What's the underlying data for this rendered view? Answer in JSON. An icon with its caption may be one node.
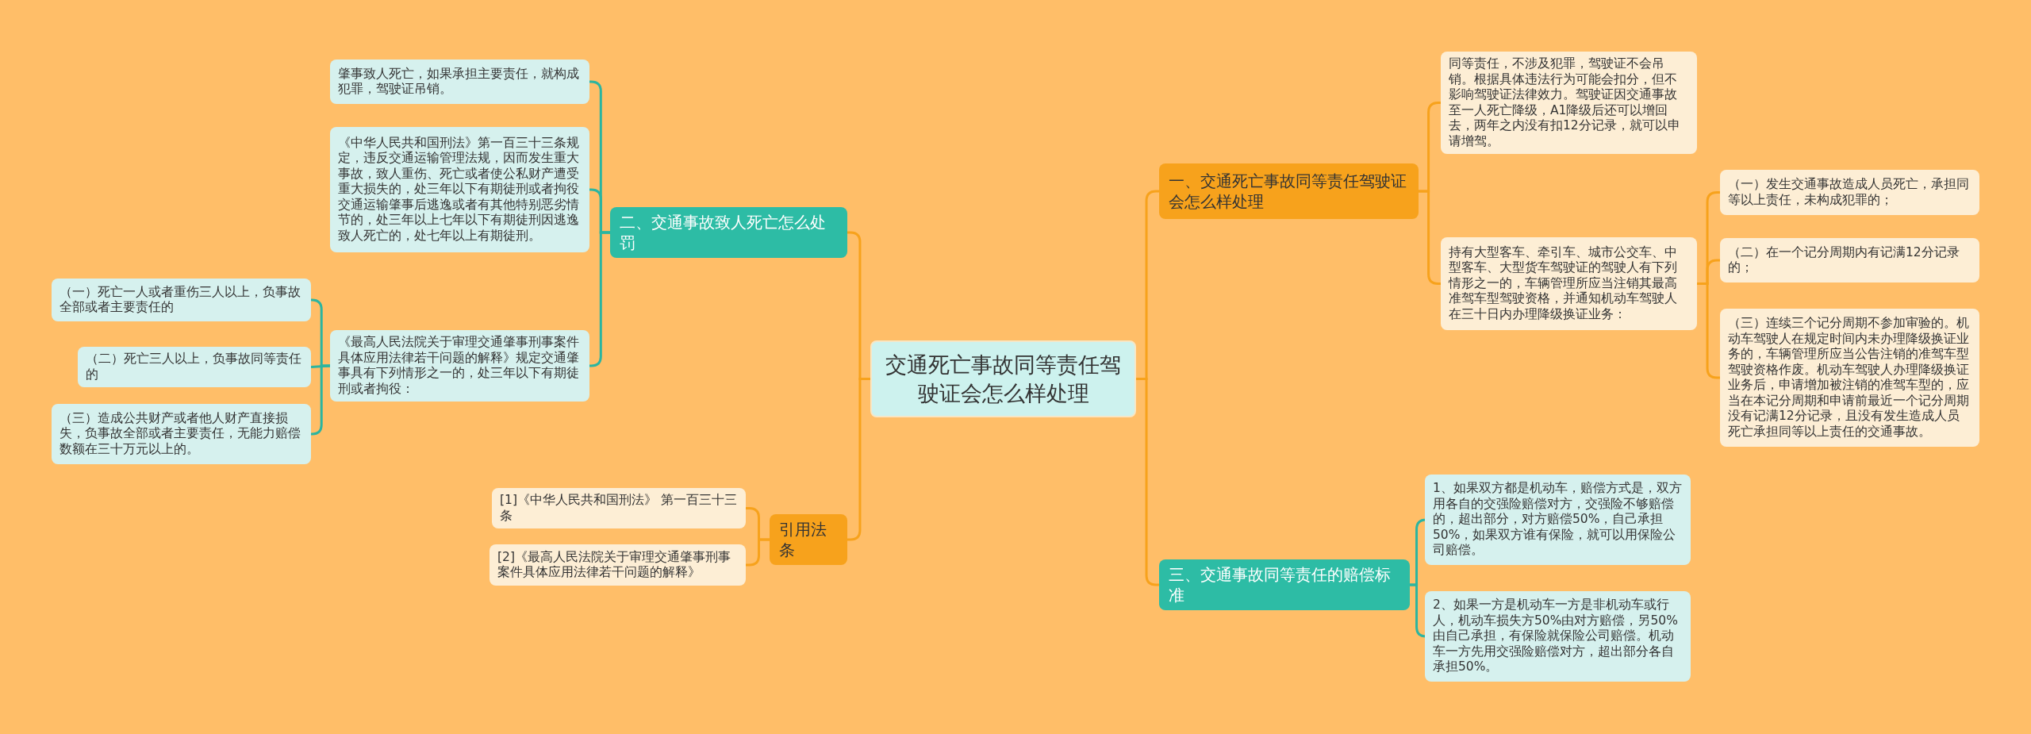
{
  "diagram": {
    "nodes": [
      {
        "text": [
          "交通死亡事故同等责任驾驶证会怎么样处理"
        ]
      },
      {
        "text": [
          "一、交通死亡事故同等责任驾驶证会怎么样处理"
        ]
      },
      {
        "text": [
          "同等责任，不涉及犯罪，驾驶证不会吊销。根据具体违法行为可能会扣分，但不影响驾驶证法律效力。驾驶证因交通事故至一人死亡降级，A1降级后还可以增回去，两年之内没有扣12分记录，就可以申请增驾。"
        ]
      },
      {
        "text": [
          "持有大型客车、牵引车、城市公交车、中型客车、大型货车驾驶证的驾驶人有下列情形之一的，车辆管理所应当注销其最高准驾车型驾驶资格，并通知机动车驾驶人在三十日内办理降级换证业务："
        ]
      },
      {
        "text": [
          "（一）发生交通事故造成人员死亡，承担同等以上责任，未构成犯罪的；"
        ]
      },
      {
        "text": [
          "（二）在一个记分周期内有记满12分记录的；"
        ]
      },
      {
        "text": [
          "（三）连续三个记分周期不参加审验的。机动车驾驶人在规定时间内未办理降级换证业务的，车辆管理所应当公告注销的准驾车型驾驶资格作废。机动车驾驶人办理降级换证业务后，申请增加被注销的准驾车型的，应当在本记分周期和申请前最近一个记分周期没有记满12分记录，且没有发生造成人员死亡承担同等以上责任的交通事故。"
        ]
      },
      {
        "text": [
          "三、交通事故同等责任的赔偿标准"
        ]
      },
      {
        "text": [
          "1、如果双方都是机动车，赔偿方式是，双方用各自的交强险赔偿对方，交强险不够赔偿的，超出部分，对方赔偿50%，自己承担50%，如果双方谁有保险，就可以用保险公司赔偿。"
        ]
      },
      {
        "text": [
          "2、如果一方是机动车一方是非机动车或行人，机动车损失方50%由对方赔偿，另50%由自己承担，有保险就保险公司赔偿。机动车一方先用交强险赔偿对方，超出部分各自承担50%。"
        ]
      },
      {
        "text": [
          "二、交通事故致人死亡怎么处罚"
        ]
      },
      {
        "text": [
          "肇事致人死亡，如果承担主要责任，就构成犯罪，驾驶证吊销。"
        ]
      },
      {
        "text": [
          "《中华人民共和国刑法》第一百三十三条规定，违反交通运输管理法规，因而发生重大事故，致人重伤、死亡或者使公私财产遭受重大损失的，处三年以下有期徒刑或者拘役交通运输肇事后逃逸或者有其他特别恶劣情节的，处三年以上七年以下有期徒刑因逃逸致人死亡的，处七年以上有期徒刑。"
        ]
      },
      {
        "text": [
          "《最高人民法院关于审理交通肇事刑事案件具体应用法律若干问题的解释》规定交通肇事具有下列情形之一的，处三年以下有期徒刑或者拘役："
        ]
      },
      {
        "text": [
          "（一）死亡一人或者重伤三人以上，负事故全部或者主要责任的"
        ]
      },
      {
        "text": [
          "（二）死亡三人以上，负事故同等责任的"
        ]
      },
      {
        "text": [
          "（三）造成公共财产或者他人财产直接损失，负事故全部或者主要责任，无能力赔偿数额在三十万元以上的。"
        ]
      },
      {
        "text": [
          "引用法条"
        ]
      },
      {
        "text": [
          "[1]《中华人民共和国刑法》 第一百三十三条"
        ]
      },
      {
        "text": [
          "[2]《最高人民法院关于审理交通肇事刑事案件具体应用法律若干问题的解释》"
        ]
      }
    ],
    "edges": [
      {
        "from": 0,
        "to": 1,
        "arrow": "none"
      },
      {
        "from": 1,
        "to": 2,
        "arrow": "none"
      },
      {
        "from": 1,
        "to": 3,
        "arrow": "none"
      },
      {
        "from": 3,
        "to": 4,
        "arrow": "none"
      },
      {
        "from": 3,
        "to": 5,
        "arrow": "none"
      },
      {
        "from": 3,
        "to": 6,
        "arrow": "none"
      },
      {
        "from": 0,
        "to": 7,
        "arrow": "none"
      },
      {
        "from": 7,
        "to": 8,
        "arrow": "none",
        "color": "#2bb5a0"
      },
      {
        "from": 7,
        "to": 9,
        "arrow": "none",
        "color": "#2bb5a0"
      },
      {
        "from": 0,
        "to": 10,
        "arrow": "none"
      },
      {
        "from": 10,
        "to": 11,
        "arrow": "none",
        "color": "#2bb5a0"
      },
      {
        "from": 10,
        "to": 12,
        "arrow": "none",
        "color": "#2bb5a0"
      },
      {
        "from": 10,
        "to": 13,
        "arrow": "none",
        "color": "#2bb5a0"
      },
      {
        "from": 13,
        "to": 14,
        "arrow": "none",
        "color": "#2bb5a0"
      },
      {
        "from": 13,
        "to": 15,
        "arrow": "none",
        "color": "#2bb5a0"
      },
      {
        "from": 13,
        "to": 16,
        "arrow": "none",
        "color": "#2bb5a0"
      },
      {
        "from": 0,
        "to": 17,
        "arrow": "none"
      },
      {
        "from": 17,
        "to": 18,
        "arrow": "none"
      },
      {
        "from": 17,
        "to": 19,
        "arrow": "none"
      }
    ]
  }
}
